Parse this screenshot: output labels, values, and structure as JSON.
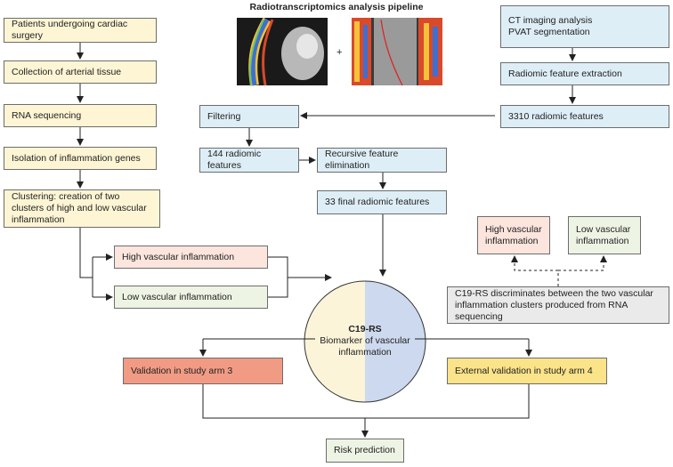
{
  "title": "Radiotranscriptomics analysis pipeline",
  "left_column": [
    "Patients undergoing cardiac surgery",
    "Collection of arterial tissue",
    "RNA sequencing",
    "Isolation of inflammation genes",
    "Clustering: creation of two clusters of high and low vascular inflammation"
  ],
  "right_column": [
    "CT imaging analysis\nPVAT segmentation",
    "Radiomic feature extraction",
    "3310 radiomic features"
  ],
  "middle": {
    "filtering": "Filtering",
    "features_144": "144 radiomic features",
    "rfe": "Recursive feature elimination",
    "features_33": "33 final radiomic features"
  },
  "clusters": {
    "high": "High vascular inflammation",
    "low": "Low vascular inflammation"
  },
  "discrimination": {
    "high": "High vascular inflammation",
    "low": "Low vascular inflammation",
    "text": "C19-RS discriminates between the two vascular inflammation clusters produced from RNA sequencing"
  },
  "circle": {
    "name": "C19-RS",
    "subtitle": "Biomarker of vascular inflammation"
  },
  "validation": {
    "arm3": "Validation in study arm 3",
    "arm4": "External validation in study arm 4"
  },
  "risk": "Risk prediction",
  "plus_sign": "+",
  "colors": {
    "yellow": "#fdf5d4",
    "blue": "#deeef6",
    "pink": "#fbe5dd",
    "green": "#eef4e4",
    "circle_left": "#fbf4d9",
    "circle_right": "#cdd9ee",
    "validation_red": "#f19b85",
    "validation_yellow": "#fbe38a"
  }
}
